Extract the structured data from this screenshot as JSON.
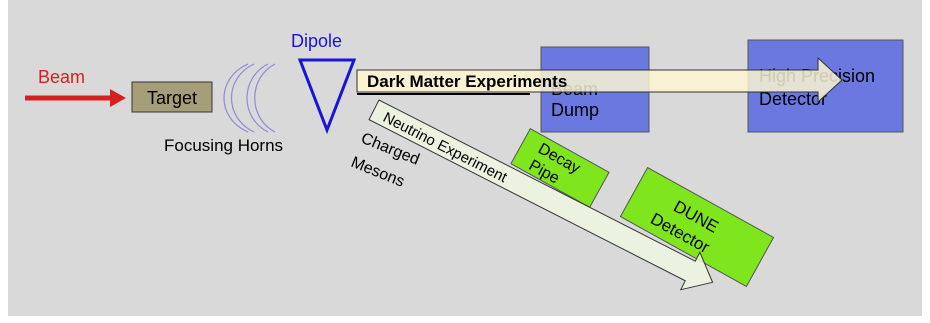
{
  "diagram": {
    "beam_label": "Beam",
    "target_label": "Target",
    "dipole_label": "Dipole",
    "focusing_horns_label": "Focusing Horns",
    "charged_mesons_line1": "Charged",
    "charged_mesons_line2": "Mesons",
    "beam_dump_line1": "Beam",
    "beam_dump_line2": "Dump",
    "hp_detector_line1": "High Precision",
    "hp_detector_line2": "Detector",
    "decay_pipe_line1": "Decay",
    "decay_pipe_line2": "Pipe",
    "dune_detector_line1": "DUNE",
    "dune_detector_line2": "Detector",
    "dark_matter_arrow_label": "Dark Matter Experiments",
    "neutrino_arrow_label": "Neutrino Experiment"
  },
  "colors": {
    "background": "#d9d9d9",
    "beam": "#d62020",
    "target_fill": "#a69e78",
    "horn_stroke": "#8c8cd0",
    "dipole": "#1a14d6",
    "detector_blue": "#6a78e0",
    "detector_green": "#7fe61e",
    "dark_matter_arrow": "#fff8d2",
    "neutrino_arrow": "#eef6e0"
  }
}
